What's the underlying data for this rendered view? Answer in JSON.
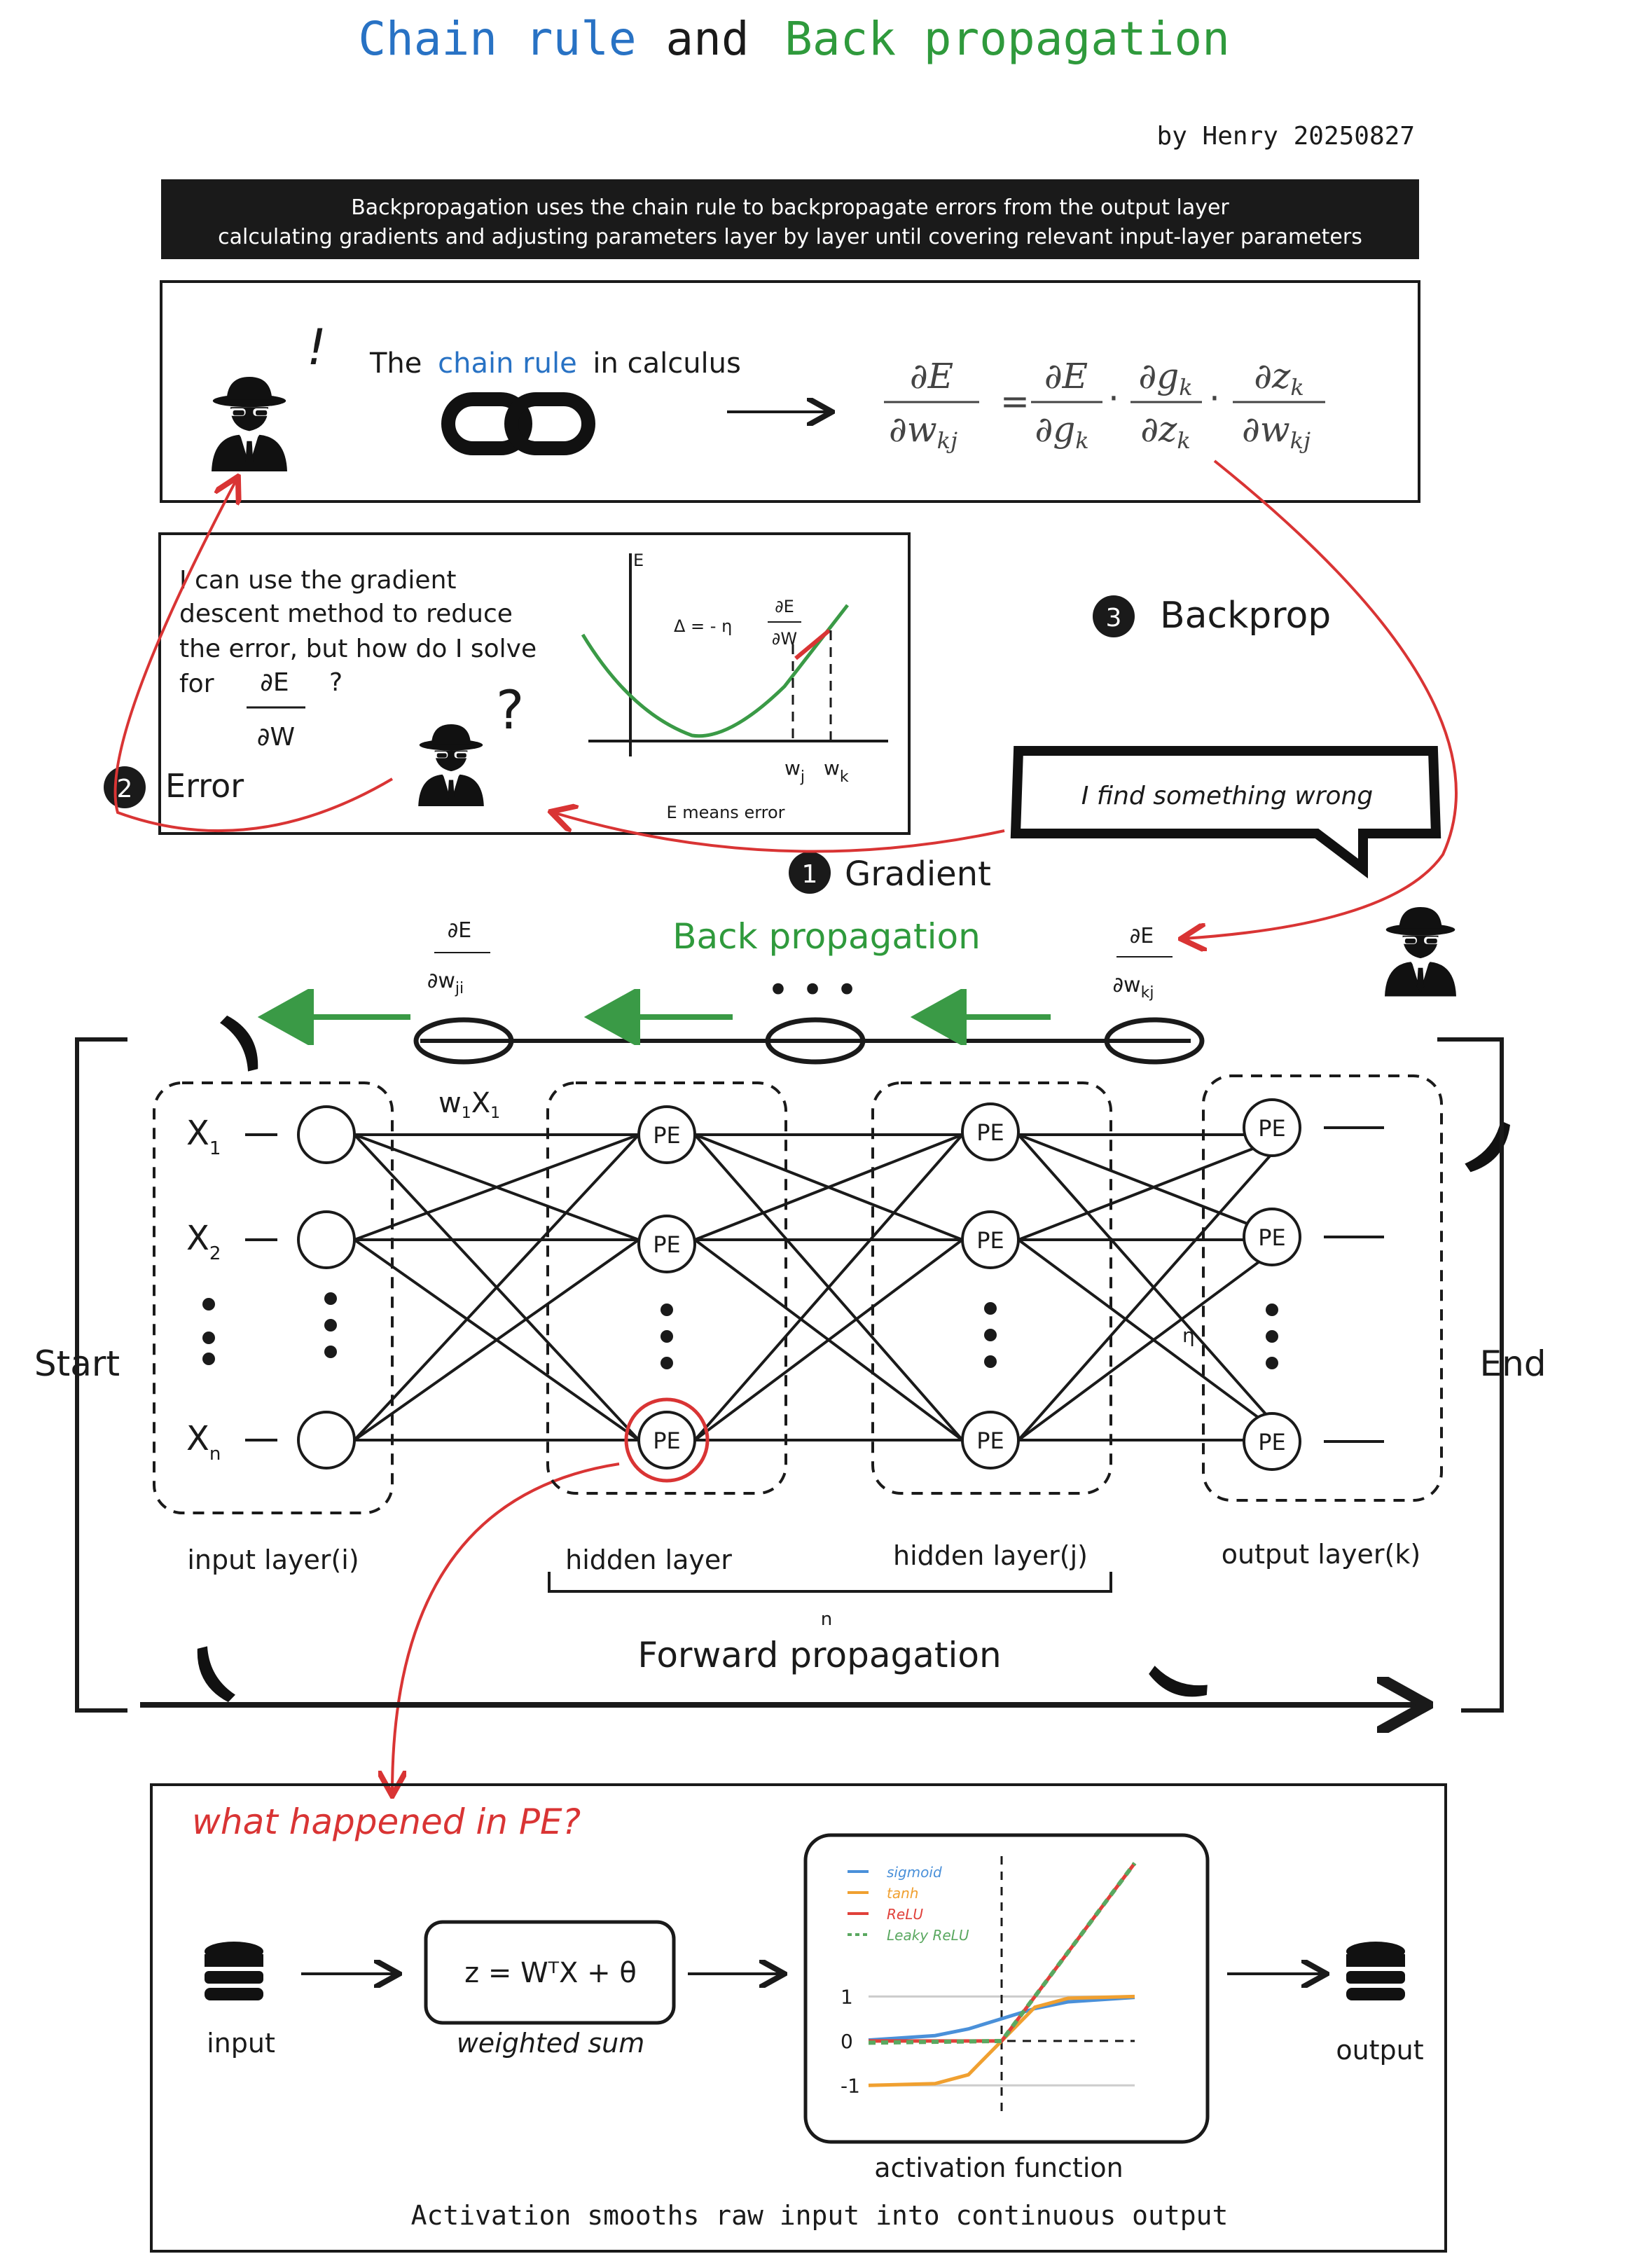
{
  "title": {
    "part1": "Chain rule",
    "part2": "and",
    "part3": "Back propagation"
  },
  "author": "by Henry 20250827",
  "banner": {
    "line1": "Backpropagation uses the chain rule to backpropagate errors from the output layer",
    "line2": "calculating gradients and adjusting parameters layer by layer until covering relevant input-layer parameters"
  },
  "chain_box": {
    "prefix": "The",
    "highlight": "chain rule",
    "suffix": "in calculus",
    "exclaim": "!",
    "eq_lhs_num": "∂E",
    "eq_lhs_den": "∂w",
    "eq_lhs_sub": "kj",
    "eq_equals": "=",
    "eq_t1_num": "∂E",
    "eq_t1_den": "∂g",
    "eq_t1_sub": "k",
    "eq_t2_num": "∂g",
    "eq_t2_num_sub": "k",
    "eq_t2_den": "∂z",
    "eq_t2_den_sub": "k",
    "eq_t3_num": "∂z",
    "eq_t3_num_sub": "k",
    "eq_t3_den": "∂w",
    "eq_t3_den_sub": "kj",
    "eq_dot": "·"
  },
  "gradient_box": {
    "line1": "I can use the gradient",
    "line2": "descent method to reduce",
    "line3": "the error, but how do I solve",
    "line4": "for",
    "frac_num": "∂E",
    "frac_den": "∂W",
    "qmark": "?",
    "question_bubble": "?",
    "axis_y": "E",
    "delta_formula": "Δ = - η",
    "delta_num": "∂E",
    "delta_den": "∂W",
    "wj": "w",
    "wj_sub": "j",
    "wk": "w",
    "wk_sub": "k",
    "caption": "E means error"
  },
  "steps": {
    "s1_num": "1",
    "s1_label": "Gradient",
    "s2_num": "2",
    "s2_label": "Error",
    "s3_num": "3",
    "s3_label": "Backprop"
  },
  "speech_bubble": "I find something wrong",
  "backprop_label": "Back propagation",
  "dots": "• • •",
  "grad_left": {
    "num": "∂E",
    "den": "∂w",
    "sub": "ji"
  },
  "grad_right": {
    "num": "∂E",
    "den": "∂w",
    "sub": "kj"
  },
  "network": {
    "inputs": [
      {
        "name": "X",
        "sub": "1"
      },
      {
        "name": "X",
        "sub": "2"
      },
      {
        "name": "X",
        "sub": "n"
      }
    ],
    "weight_label": "w",
    "weight_sub1": "1",
    "weight_x": "X",
    "weight_sub2": "1",
    "node_label": "PE",
    "eta": "η",
    "layer_labels": [
      "input layer(i)",
      "hidden layer",
      "hidden layer(j)",
      "output layer(k)"
    ],
    "n_label": "n",
    "start": "Start",
    "end": "End",
    "forward": "Forward propagation"
  },
  "pe_box": {
    "title": "what happened in PE?",
    "input_label": "input",
    "formula": "z = WᵀX + θ",
    "formula_label": "weighted sum",
    "output_label": "output",
    "activation_label": "activation function",
    "caption": "Activation smooths raw input into continuous output"
  },
  "chart_data": {
    "type": "line",
    "title": "",
    "x_range": [
      -4,
      4
    ],
    "ylim": [
      -1.2,
      4.0
    ],
    "y_ticks": [
      "1",
      "0",
      "-1"
    ],
    "series": [
      {
        "name": "sigmoid",
        "color": "#4a90d9",
        "x": [
          -4,
          -2,
          -1,
          0,
          1,
          2,
          4
        ],
        "y": [
          0.02,
          0.12,
          0.27,
          0.5,
          0.73,
          0.88,
          0.98
        ]
      },
      {
        "name": "tanh",
        "color": "#f0a030",
        "x": [
          -4,
          -2,
          -1,
          0,
          1,
          2,
          4
        ],
        "y": [
          -1.0,
          -0.96,
          -0.76,
          0.0,
          0.76,
          0.96,
          1.0
        ]
      },
      {
        "name": "ReLU",
        "color": "#e0403a",
        "x": [
          -4,
          0,
          4
        ],
        "y": [
          0,
          0,
          4
        ]
      },
      {
        "name": "Leaky ReLU",
        "color": "#5aa860",
        "x": [
          -4,
          0,
          4
        ],
        "y": [
          -0.04,
          0,
          4
        ]
      }
    ]
  }
}
